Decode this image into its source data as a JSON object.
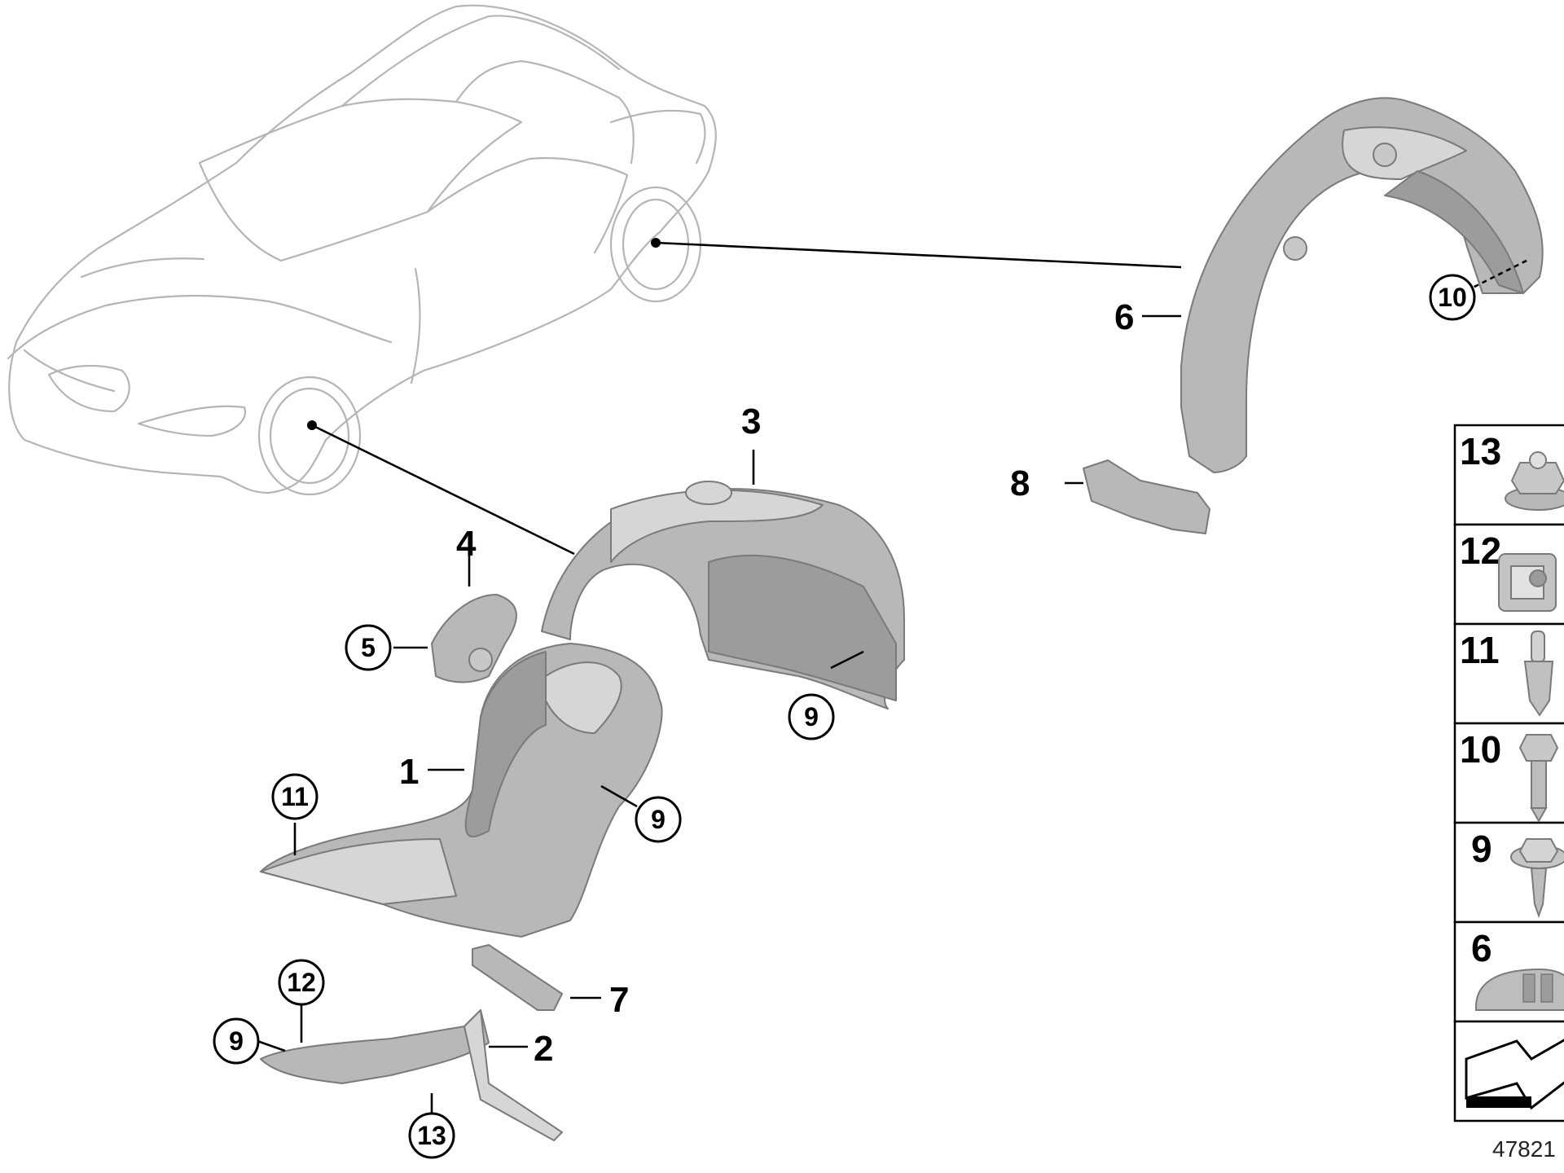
{
  "callouts": {
    "c1": "1",
    "c2": "2",
    "c3": "3",
    "c4": "4",
    "c5": "5",
    "c6": "6",
    "c7": "7",
    "c8": "8",
    "c9a": "9",
    "c9b": "9",
    "c9c": "9",
    "c10": "10",
    "c11": "11",
    "c12": "12",
    "c13": "13"
  },
  "hardware_panel": [
    "13",
    "12",
    "11",
    "10",
    "9",
    "6"
  ],
  "reference_number": "47821",
  "colors": {
    "part": "#b8b8b8",
    "car_outline": "#b5b5b5",
    "leader": "#000000"
  }
}
